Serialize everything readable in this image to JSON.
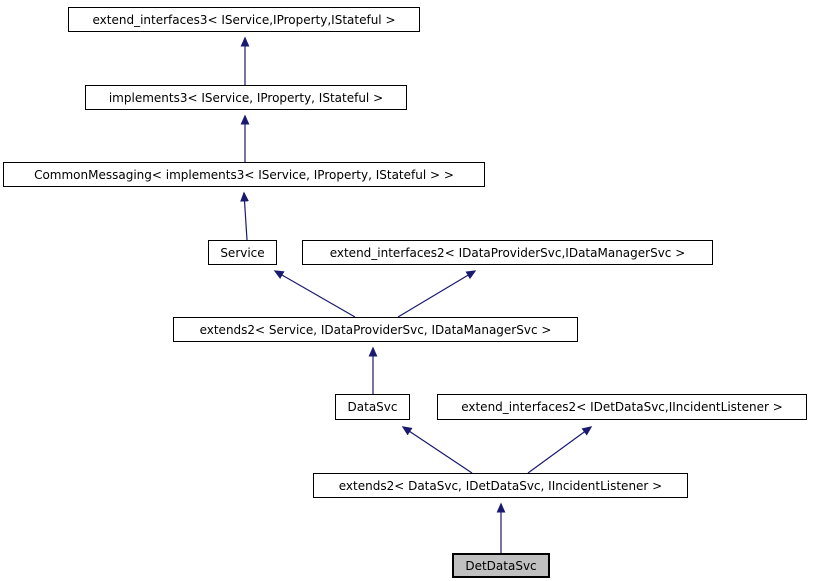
{
  "diagram": {
    "type": "class-inheritance-graph",
    "background_color": "#ffffff",
    "node_border_color": "#000000",
    "node_fill_color": "#ffffff",
    "highlight_fill_color": "#c0c0c0",
    "arrow_color": "#191970",
    "nodes": [
      {
        "id": "extend_interfaces3",
        "label": "extend_interfaces3< IService,IProperty,IStateful >",
        "highlighted": false
      },
      {
        "id": "implements3",
        "label": "implements3< IService, IProperty, IStateful >",
        "highlighted": false
      },
      {
        "id": "common_messaging",
        "label": "CommonMessaging< implements3< IService, IProperty, IStateful > >",
        "highlighted": false
      },
      {
        "id": "service",
        "label": "Service",
        "highlighted": false
      },
      {
        "id": "extend_interfaces2_data",
        "label": "extend_interfaces2< IDataProviderSvc,IDataManagerSvc >",
        "highlighted": false
      },
      {
        "id": "extends2_service",
        "label": "extends2< Service, IDataProviderSvc, IDataManagerSvc >",
        "highlighted": false
      },
      {
        "id": "datasvc",
        "label": "DataSvc",
        "highlighted": false
      },
      {
        "id": "extend_interfaces2_det",
        "label": "extend_interfaces2< IDetDataSvc,IIncidentListener >",
        "highlighted": false
      },
      {
        "id": "extends2_datasvc",
        "label": "extends2< DataSvc, IDetDataSvc, IIncidentListener >",
        "highlighted": false
      },
      {
        "id": "detdatasvc",
        "label": "DetDataSvc",
        "highlighted": true
      }
    ],
    "edges": [
      {
        "from": "implements3",
        "to": "extend_interfaces3"
      },
      {
        "from": "common_messaging",
        "to": "implements3"
      },
      {
        "from": "service",
        "to": "common_messaging"
      },
      {
        "from": "extends2_service",
        "to": "service"
      },
      {
        "from": "extends2_service",
        "to": "extend_interfaces2_data"
      },
      {
        "from": "datasvc",
        "to": "extends2_service"
      },
      {
        "from": "extends2_datasvc",
        "to": "datasvc"
      },
      {
        "from": "extends2_datasvc",
        "to": "extend_interfaces2_det"
      },
      {
        "from": "detdatasvc",
        "to": "extends2_datasvc"
      }
    ]
  }
}
